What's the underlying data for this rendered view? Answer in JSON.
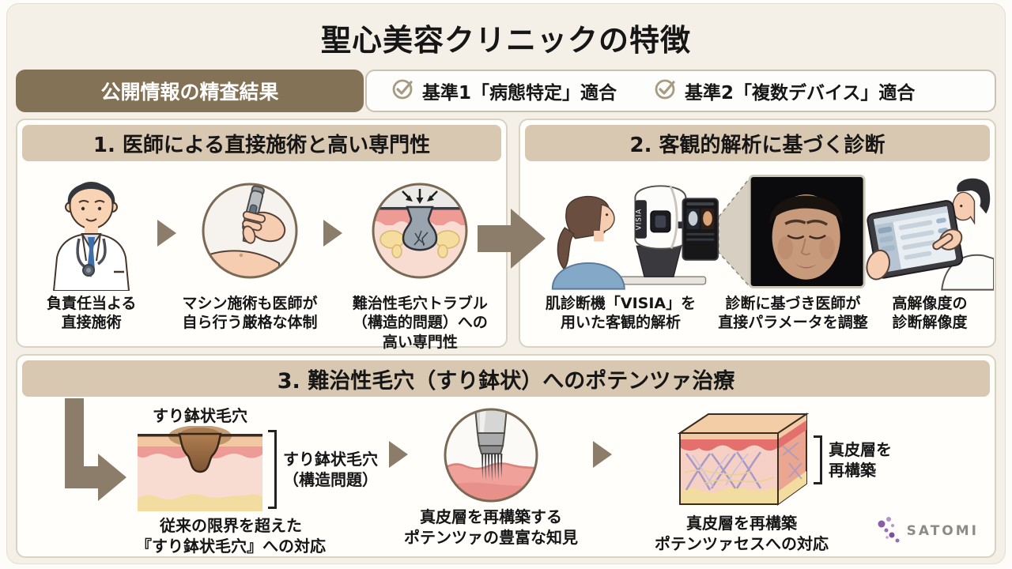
{
  "page": {
    "title": "聖心美容クリニックの特徴"
  },
  "verification": {
    "label": "公開情報の精査結果",
    "checks": [
      {
        "icon": "circle-check-icon",
        "text": "基準1「病態特定」適合"
      },
      {
        "icon": "circle-check-icon",
        "text": "基準2「複数デバイス」適合"
      }
    ]
  },
  "sections": {
    "s1": {
      "title": "1. 医師による直接施術と高い専門性",
      "items": [
        {
          "icon": "doctor-illustration",
          "caption": "負責任当よる\n直接施術"
        },
        {
          "icon": "handpiece-illustration",
          "caption": "マシン施術も医師が\n自ら行う厳格な体制"
        },
        {
          "icon": "pore-cross-section-illustration",
          "caption": "難治性毛穴トラブル\n（構造的問題）への\n高い専門性"
        }
      ]
    },
    "s2": {
      "title": "2. 客観的解析に基づく診断",
      "machine_label": "VISIA",
      "items": [
        {
          "icon": "visia-machine-illustration",
          "caption": "肌診断機「VISIA」を\n用いた客観的解析"
        },
        {
          "icon": "face-analysis-photo",
          "caption": "診断に基づき医師が\n直接パラメータを調整"
        },
        {
          "icon": "doctor-tablet-illustration",
          "caption": "高解像度の\n診断解像度"
        }
      ]
    },
    "s3": {
      "title": "3. 難治性毛穴（すり鉢状）へのポテンツァ治療",
      "items": [
        {
          "icon": "pore-crater-diagram",
          "top_label": "すり鉢状毛穴",
          "side_label": "すり鉢状毛穴\n（構造問題）",
          "caption": "従来の限界を超えた\n『すり鉢状毛穴』への対応"
        },
        {
          "icon": "microneedle-illustration",
          "caption": "真皮層を再構築する\nポテンツァの豊富な知見"
        },
        {
          "icon": "dermis-block-illustration",
          "side_label": "真皮層を\n再構築",
          "caption": "真皮層を再構築\nポテンツァセスへの対応"
        }
      ]
    }
  },
  "branding": {
    "logo_text": "SATOMI"
  },
  "colors": {
    "background": "#f4f0e7",
    "accent_brown": "#847257",
    "section_header_tan": "#d8c7b1",
    "arrow": "#8b7d69",
    "check": "#a79a83",
    "logo_purple": "#8a5fa8"
  }
}
